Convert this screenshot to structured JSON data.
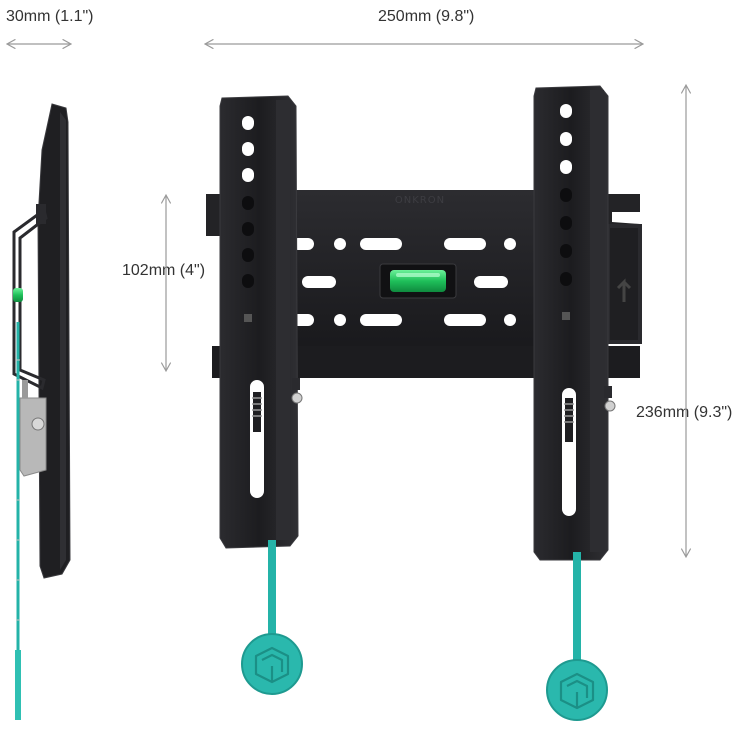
{
  "dimensions": {
    "depth": "30mm (1.1\")",
    "width": "250mm (9.8\")",
    "vertical_spacing": "102mm (4\")",
    "height": "236mm (9.3\")"
  },
  "brand": "ONKRON",
  "colors": {
    "metal": "#1f1f22",
    "metal_edge": "#3a3a3e",
    "accent": "#24b3a8",
    "level_green": "#2fd36b",
    "dimension_line": "#9a9a9a",
    "silver": "#b8b8b8"
  },
  "icons": {
    "cord_tab": "onkron-cube-logo-icon",
    "arrow": "arrow-up-icon"
  }
}
